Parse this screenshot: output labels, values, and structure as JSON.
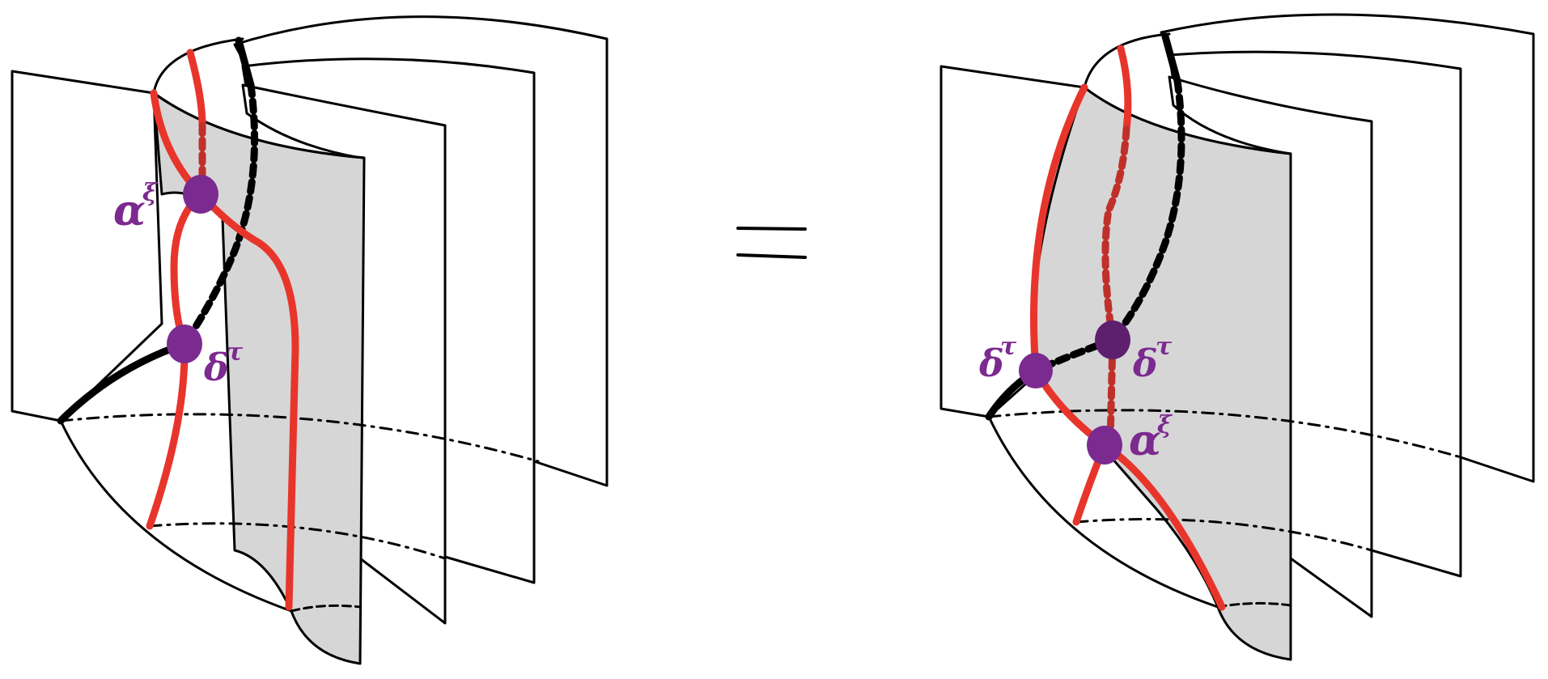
{
  "colors": {
    "sheet_fill": "#ffffff",
    "shaded_fill": "#d6d6d6",
    "outline": "#000000",
    "red_curve": "#e8352b",
    "vertex": "#7b2a8f",
    "label": "#7b2a8f"
  },
  "equation": {
    "symbol": "="
  },
  "left_figure": {
    "labels": {
      "alpha": "α",
      "alpha_sup": "ξ",
      "delta": "δ",
      "delta_sup": "τ"
    }
  },
  "right_figure": {
    "labels": {
      "alpha": "α",
      "alpha_sup": "ξ",
      "delta_left": "δ",
      "delta_left_sup": "τ",
      "delta_right": "δ",
      "delta_right_sup": "τ"
    }
  }
}
